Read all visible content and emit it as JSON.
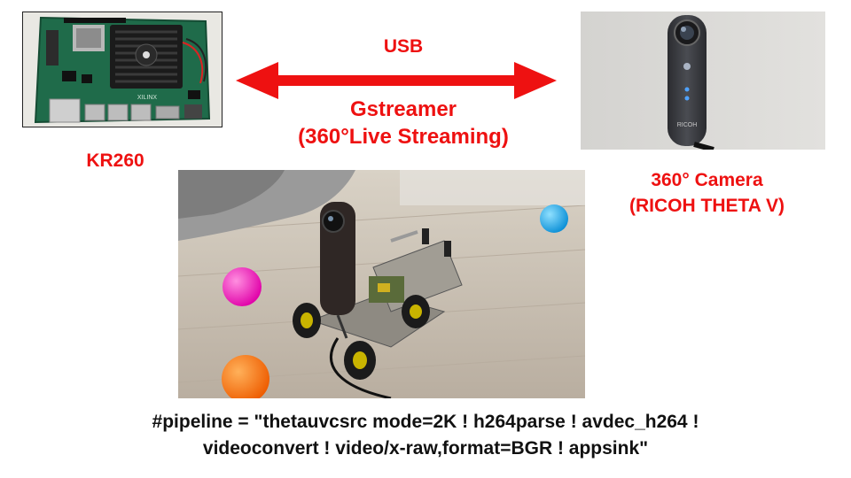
{
  "labels": {
    "usb": "USB",
    "gstreamer_line1": "Gstreamer",
    "gstreamer_line2": "(360°Live Streaming)",
    "kr260": "KR260",
    "camera_line1": "360° Camera",
    "camera_line2": "(RICOH THETA V)"
  },
  "pipeline": {
    "line1": "#pipeline = \"thetauvcsrc mode=2K ! h264parse ! avdec_h264 !",
    "line2": "videoconvert ! video/x-raw,format=BGR ! appsink\""
  },
  "board": {
    "brand": "XILINX"
  },
  "camera": {
    "brand": "RICOH"
  },
  "colors": {
    "accent_red": "#ee1111",
    "board_green": "#1f6b4a",
    "camera_body": "#3b3d42"
  },
  "icons": {
    "arrow": "double-headed-arrow-icon"
  }
}
